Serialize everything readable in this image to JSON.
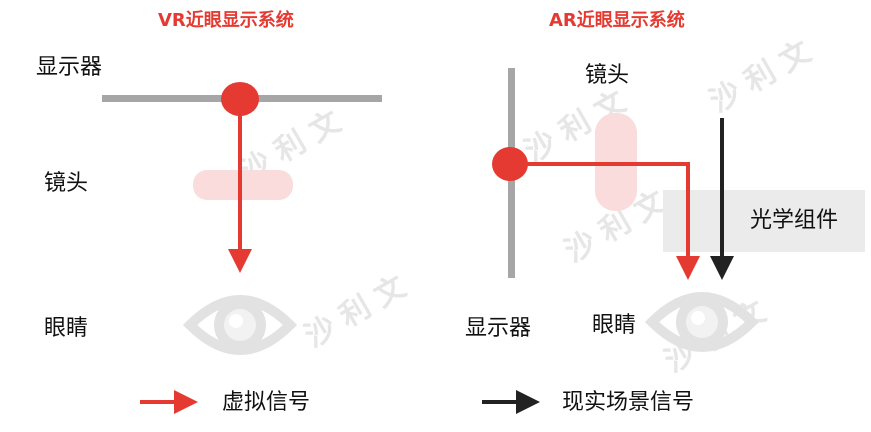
{
  "vr": {
    "title": "VR近眼显示系统",
    "display_label": "显示器",
    "lens_label": "镜头",
    "eye_label": "眼睛"
  },
  "ar": {
    "title": "AR近眼显示系统",
    "lens_label": "镜头",
    "optics_label": "光学组件",
    "display_label": "显示器",
    "eye_label": "眼睛"
  },
  "legend": {
    "virtual_label": "虚拟信号",
    "real_label": "现实场景信号"
  },
  "watermark": {
    "text": "沙利文"
  },
  "colors": {
    "signal_red": "#e53a32",
    "real_dark": "#222222",
    "lens_pink": "#fadcdc",
    "display_gray": "#a6a6a6",
    "optics_bg": "#ebebeb",
    "eye_gray": "#e2e2e2"
  }
}
